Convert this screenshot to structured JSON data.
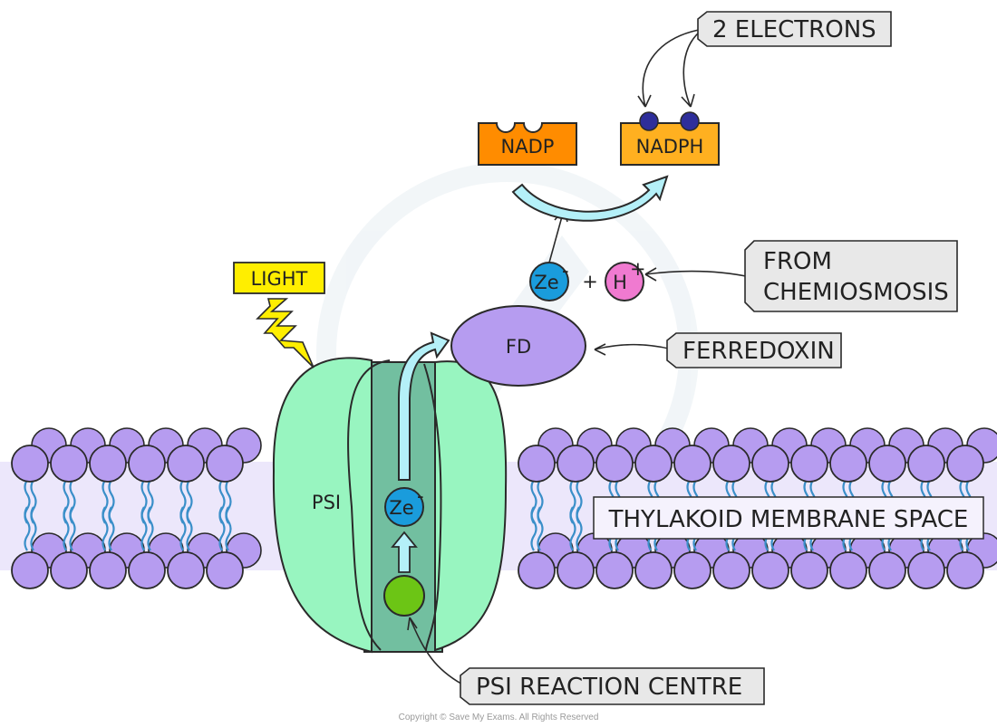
{
  "labels": {
    "two_electrons": "2 ELECTRONS",
    "nadp": "NADP",
    "nadph": "NADPH",
    "light": "LIGHT",
    "from_line1": "FROM",
    "from_line2": "CHEMIOSMOSIS",
    "fd": "FD",
    "ferredoxin": "FERREDOXIN",
    "psi": "PSI",
    "thylakoid": "THYLAKOID MEMBRANE SPACE",
    "reaction_centre": "PSI REACTION CENTRE",
    "electron_upper": "Ze",
    "electron_lower": "Ze",
    "electron_charge": "-",
    "plus": "+",
    "hydrogen": "H",
    "hydrogen_charge": "+",
    "copyright": "Copyright © Save My Exams. All Rights Reserved"
  },
  "colors": {
    "nadp": "#ff8c00",
    "nadph": "#ffb020",
    "light": "#ffee00",
    "psi_light": "#98f5c0",
    "psi_core": "#72bfa0",
    "fd": "#b69cf0",
    "electron": "#1a9cdc",
    "hydrogen": "#f07ad0",
    "reaction_centre": "#6cc515",
    "phospholipid": "#b69cf0",
    "tail": "#3a8fc9",
    "membrane_band": "#ece7fb",
    "arrow": "#b4f0f8",
    "electron_dot": "#2e2e9a"
  }
}
